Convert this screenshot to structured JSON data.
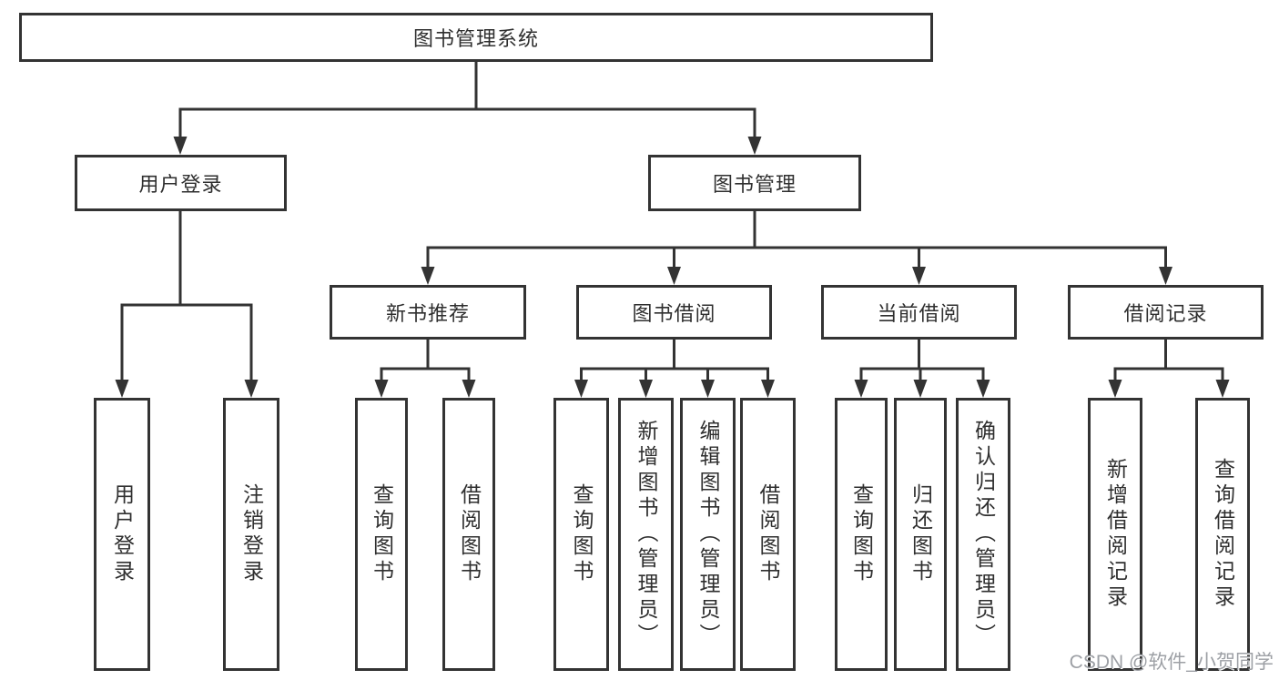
{
  "diagram": {
    "title": "图书管理系统",
    "root": {
      "label": "图书管理系统"
    },
    "level2": [
      {
        "label": "用户登录"
      },
      {
        "label": "图书管理"
      }
    ],
    "level3": [
      {
        "parent": "图书管理",
        "label": "新书推荐"
      },
      {
        "parent": "图书管理",
        "label": "图书借阅"
      },
      {
        "parent": "图书管理",
        "label": "当前借阅"
      },
      {
        "parent": "图书管理",
        "label": "借阅记录"
      }
    ],
    "leaves": [
      {
        "parent": "用户登录",
        "label": "用户登录"
      },
      {
        "parent": "用户登录",
        "label": "注销登录"
      },
      {
        "parent": "新书推荐",
        "label": "查询图书"
      },
      {
        "parent": "新书推荐",
        "label": "借阅图书"
      },
      {
        "parent": "图书借阅",
        "label": "查询图书"
      },
      {
        "parent": "图书借阅",
        "label": "新增图书（管理员）"
      },
      {
        "parent": "图书借阅",
        "label": "编辑图书（管理员）"
      },
      {
        "parent": "图书借阅",
        "label": "借阅图书"
      },
      {
        "parent": "当前借阅",
        "label": "查询图书"
      },
      {
        "parent": "当前借阅",
        "label": "归还图书"
      },
      {
        "parent": "当前借阅",
        "label": "确认归还（管理员）"
      },
      {
        "parent": "借阅记录",
        "label": "新增借阅记录"
      },
      {
        "parent": "借阅记录",
        "label": "查询借阅记录"
      }
    ]
  },
  "watermark": "CSDN @软件_小贺同学",
  "colors": {
    "line": "#333333",
    "box_border": "#333333",
    "text": "#2f2f2f",
    "watermark": "#9da0a5",
    "background": "#ffffff"
  }
}
